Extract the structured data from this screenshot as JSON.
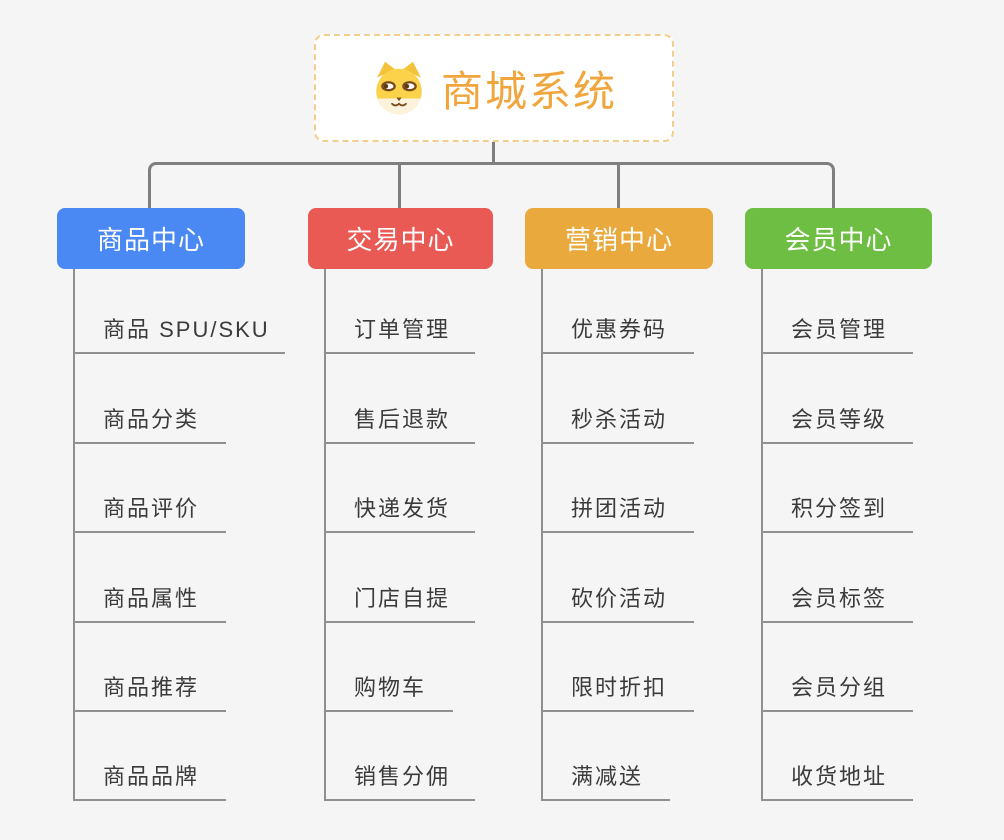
{
  "root": {
    "title": "商城系统",
    "icon": "dog-icon"
  },
  "branches": [
    {
      "label": "商品中心",
      "color": "#4a89f3",
      "items": [
        "商品 SPU/SKU",
        "商品分类",
        "商品评价",
        "商品属性",
        "商品推荐",
        "商品品牌"
      ]
    },
    {
      "label": "交易中心",
      "color": "#e95a55",
      "items": [
        "订单管理",
        "售后退款",
        "快递发货",
        "门店自提",
        "购物车",
        "销售分佣"
      ]
    },
    {
      "label": "营销中心",
      "color": "#e9a93d",
      "items": [
        "优惠券码",
        "秒杀活动",
        "拼团活动",
        "砍价活动",
        "限时折扣",
        "满减送"
      ]
    },
    {
      "label": "会员中心",
      "color": "#6fbe44",
      "items": [
        "会员管理",
        "会员等级",
        "积分签到",
        "会员标签",
        "会员分组",
        "收货地址"
      ]
    }
  ],
  "colors": {
    "background": "#f5f5f5",
    "root_text": "#f0a63c",
    "root_border": "#f2cd8c",
    "connector": "#7f7f7f",
    "leaf_line": "#909090",
    "leaf_text": "#3b3b3b"
  }
}
